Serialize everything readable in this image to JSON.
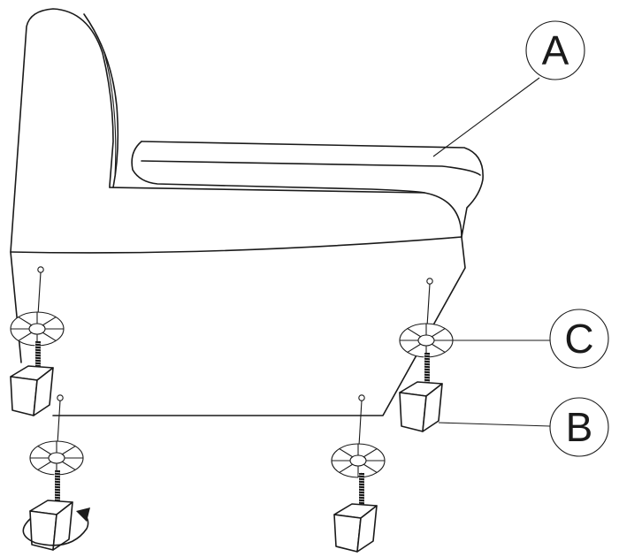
{
  "callouts": {
    "a": {
      "label": "A"
    },
    "b": {
      "label": "B"
    },
    "c": {
      "label": "C"
    }
  },
  "style": {
    "stroke_color": "#1a1a1a",
    "background": "#ffffff"
  }
}
